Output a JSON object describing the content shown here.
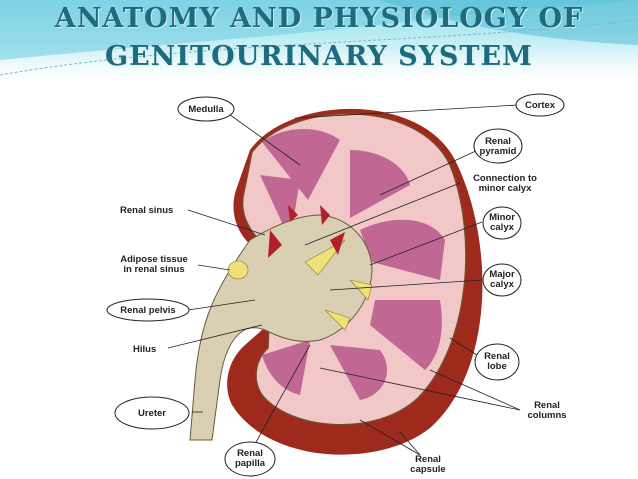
{
  "slide": {
    "title_line1": "ANATOMY AND PHYSIOLOGY OF",
    "title_line2": "GENITOURINARY SYSTEM"
  },
  "diagram": {
    "labels": {
      "medulla": "Medulla",
      "cortex": "Cortex",
      "renal_pyramid": [
        "Renal",
        "pyramid"
      ],
      "connection_minor_calyx": [
        "Connection to",
        "minor calyx"
      ],
      "renal_sinus": "Renal sinus",
      "minor_calyx": [
        "Minor",
        "calyx"
      ],
      "adipose_tissue": [
        "Adipose tissue",
        "in renal sinus"
      ],
      "major_calyx": [
        "Major",
        "calyx"
      ],
      "renal_pelvis": "Renal pelvis",
      "hilus": "Hilus",
      "renal_lobe": [
        "Renal",
        "lobe"
      ],
      "renal_columns": [
        "Renal",
        "columns"
      ],
      "ureter": "Ureter",
      "renal_papilla": [
        "Renal",
        "papilla"
      ],
      "renal_capsule": [
        "Renal",
        "capsule"
      ]
    }
  }
}
